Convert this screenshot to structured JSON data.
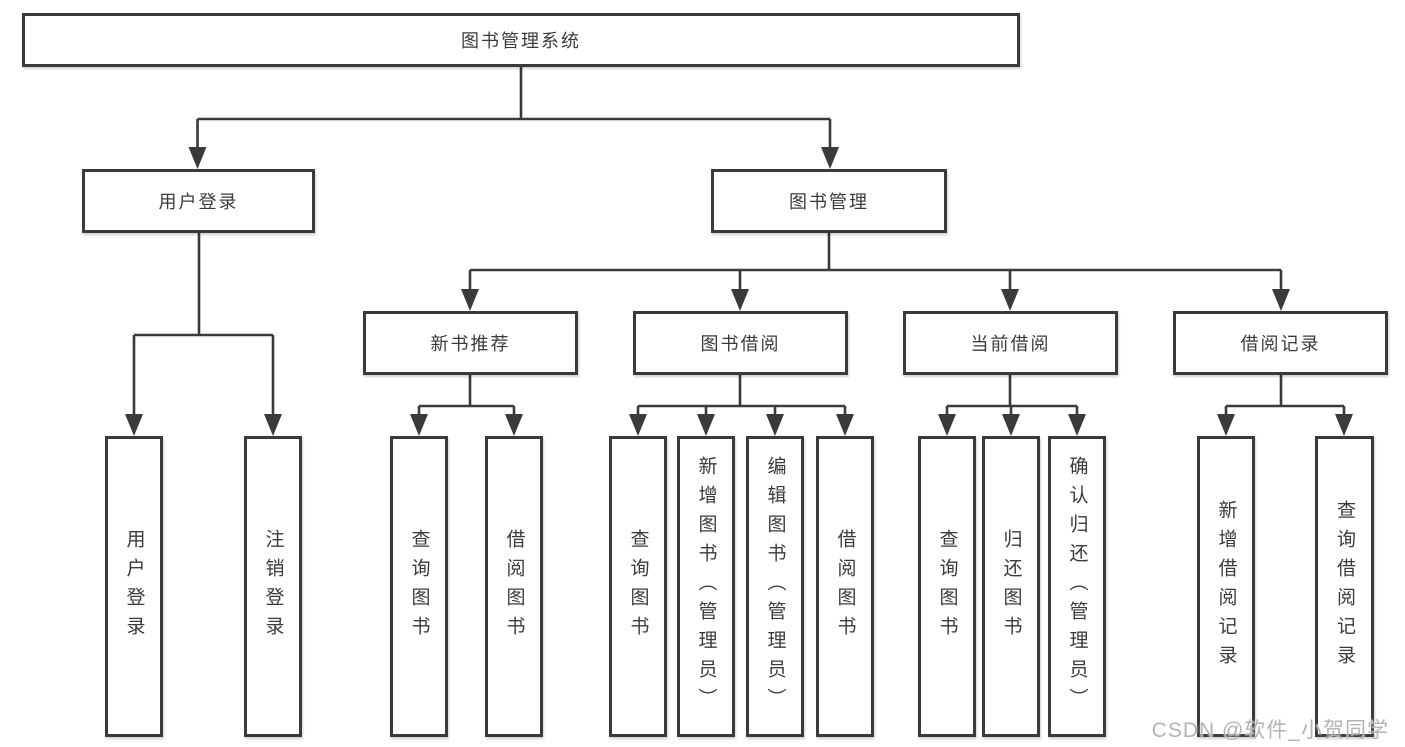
{
  "diagram": {
    "title": "图书管理系统",
    "branches": [
      {
        "label": "用户登录",
        "leaves": [
          "用户登录",
          "注销登录"
        ]
      },
      {
        "label": "图书管理",
        "sections": [
          {
            "label": "新书推荐",
            "leaves": [
              "查询图书",
              "借阅图书"
            ]
          },
          {
            "label": "图书借阅",
            "leaves": [
              "查询图书",
              "新增图书（管理员）",
              "编辑图书（管理员）",
              "借阅图书"
            ]
          },
          {
            "label": "当前借阅",
            "leaves": [
              "查询图书",
              "归还图书",
              "确认归还（管理员）"
            ]
          },
          {
            "label": "借阅记录",
            "leaves": [
              "新增借阅记录",
              "查询借阅记录"
            ]
          }
        ]
      }
    ]
  },
  "watermark": {
    "text": "CSDN @软件_小贺同学"
  },
  "colors": {
    "line": "#3a3a3a",
    "box_border": "#3a3a3a",
    "text": "#3b3b3b",
    "background": "#ffffff",
    "watermark": "#b3b3b3"
  }
}
